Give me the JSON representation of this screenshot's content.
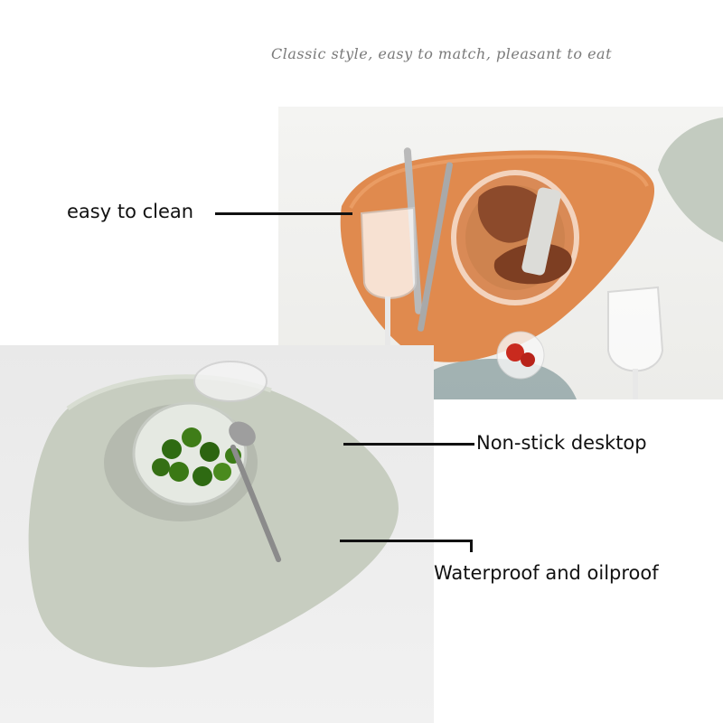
{
  "tagline": "Classic style, easy to match, pleasant to eat",
  "features": {
    "clean": "easy to clean",
    "nonstick": "Non-stick desktop",
    "water": "Waterproof and oilproof"
  },
  "colors": {
    "orange_mat": "#e59357",
    "sage_mat": "#c9cfc3",
    "grey_mat": "#9fb2ae",
    "leader_line": "#111111"
  }
}
